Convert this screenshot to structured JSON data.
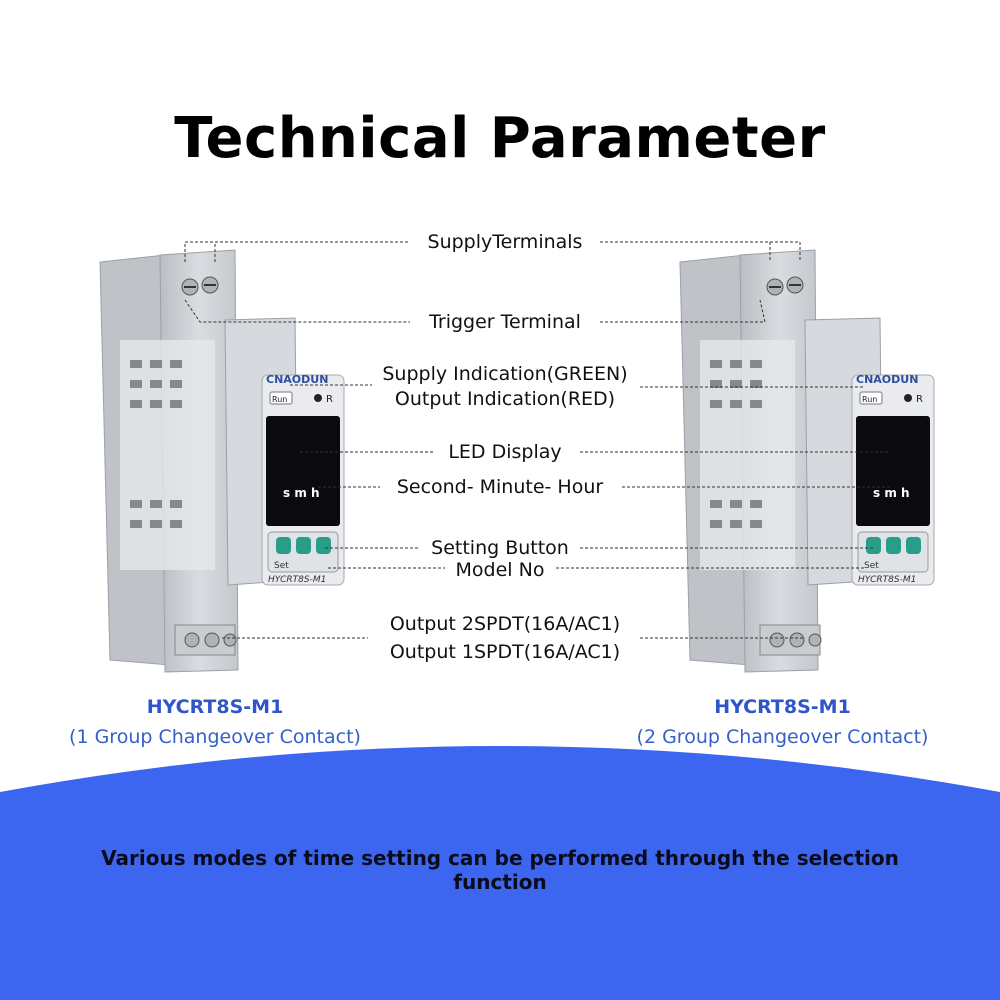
{
  "title": "Technical Parameter",
  "labels": {
    "supply_terminals": "SupplyTerminals",
    "trigger_terminal": "Trigger Terminal",
    "supply_indication": "Supply Indication(GREEN)",
    "output_indication": "Output Indication(RED)",
    "led_display": "LED Display",
    "time_units": "Second- Minute- Hour",
    "setting_button": "Setting Button",
    "model_no": "Model No",
    "output_2spdt": "Output 2SPDT(16A/AC1)",
    "output_1spdt": "Output 1SPDT(16A/AC1)"
  },
  "models": [
    {
      "name": "HYCRT8S-M1",
      "description": "(1 Group Changeover Contact)"
    },
    {
      "name": "HYCRT8S-M1",
      "description": "(2 Group Changeover Contact)"
    }
  ],
  "device": {
    "brand": "CNAODUN",
    "model_text": "HYCRT8S-M1",
    "run_label": "Run",
    "r_label": "R",
    "set_label": "Set",
    "display_units": "s m h"
  },
  "footer": "Various modes of time setting can be performed through the selection function",
  "colors": {
    "accent_blue": "#3c66f0",
    "model_name": "#2f55c8",
    "button_teal": "#2a9d8a",
    "device_gray": "#cfd3d8"
  }
}
